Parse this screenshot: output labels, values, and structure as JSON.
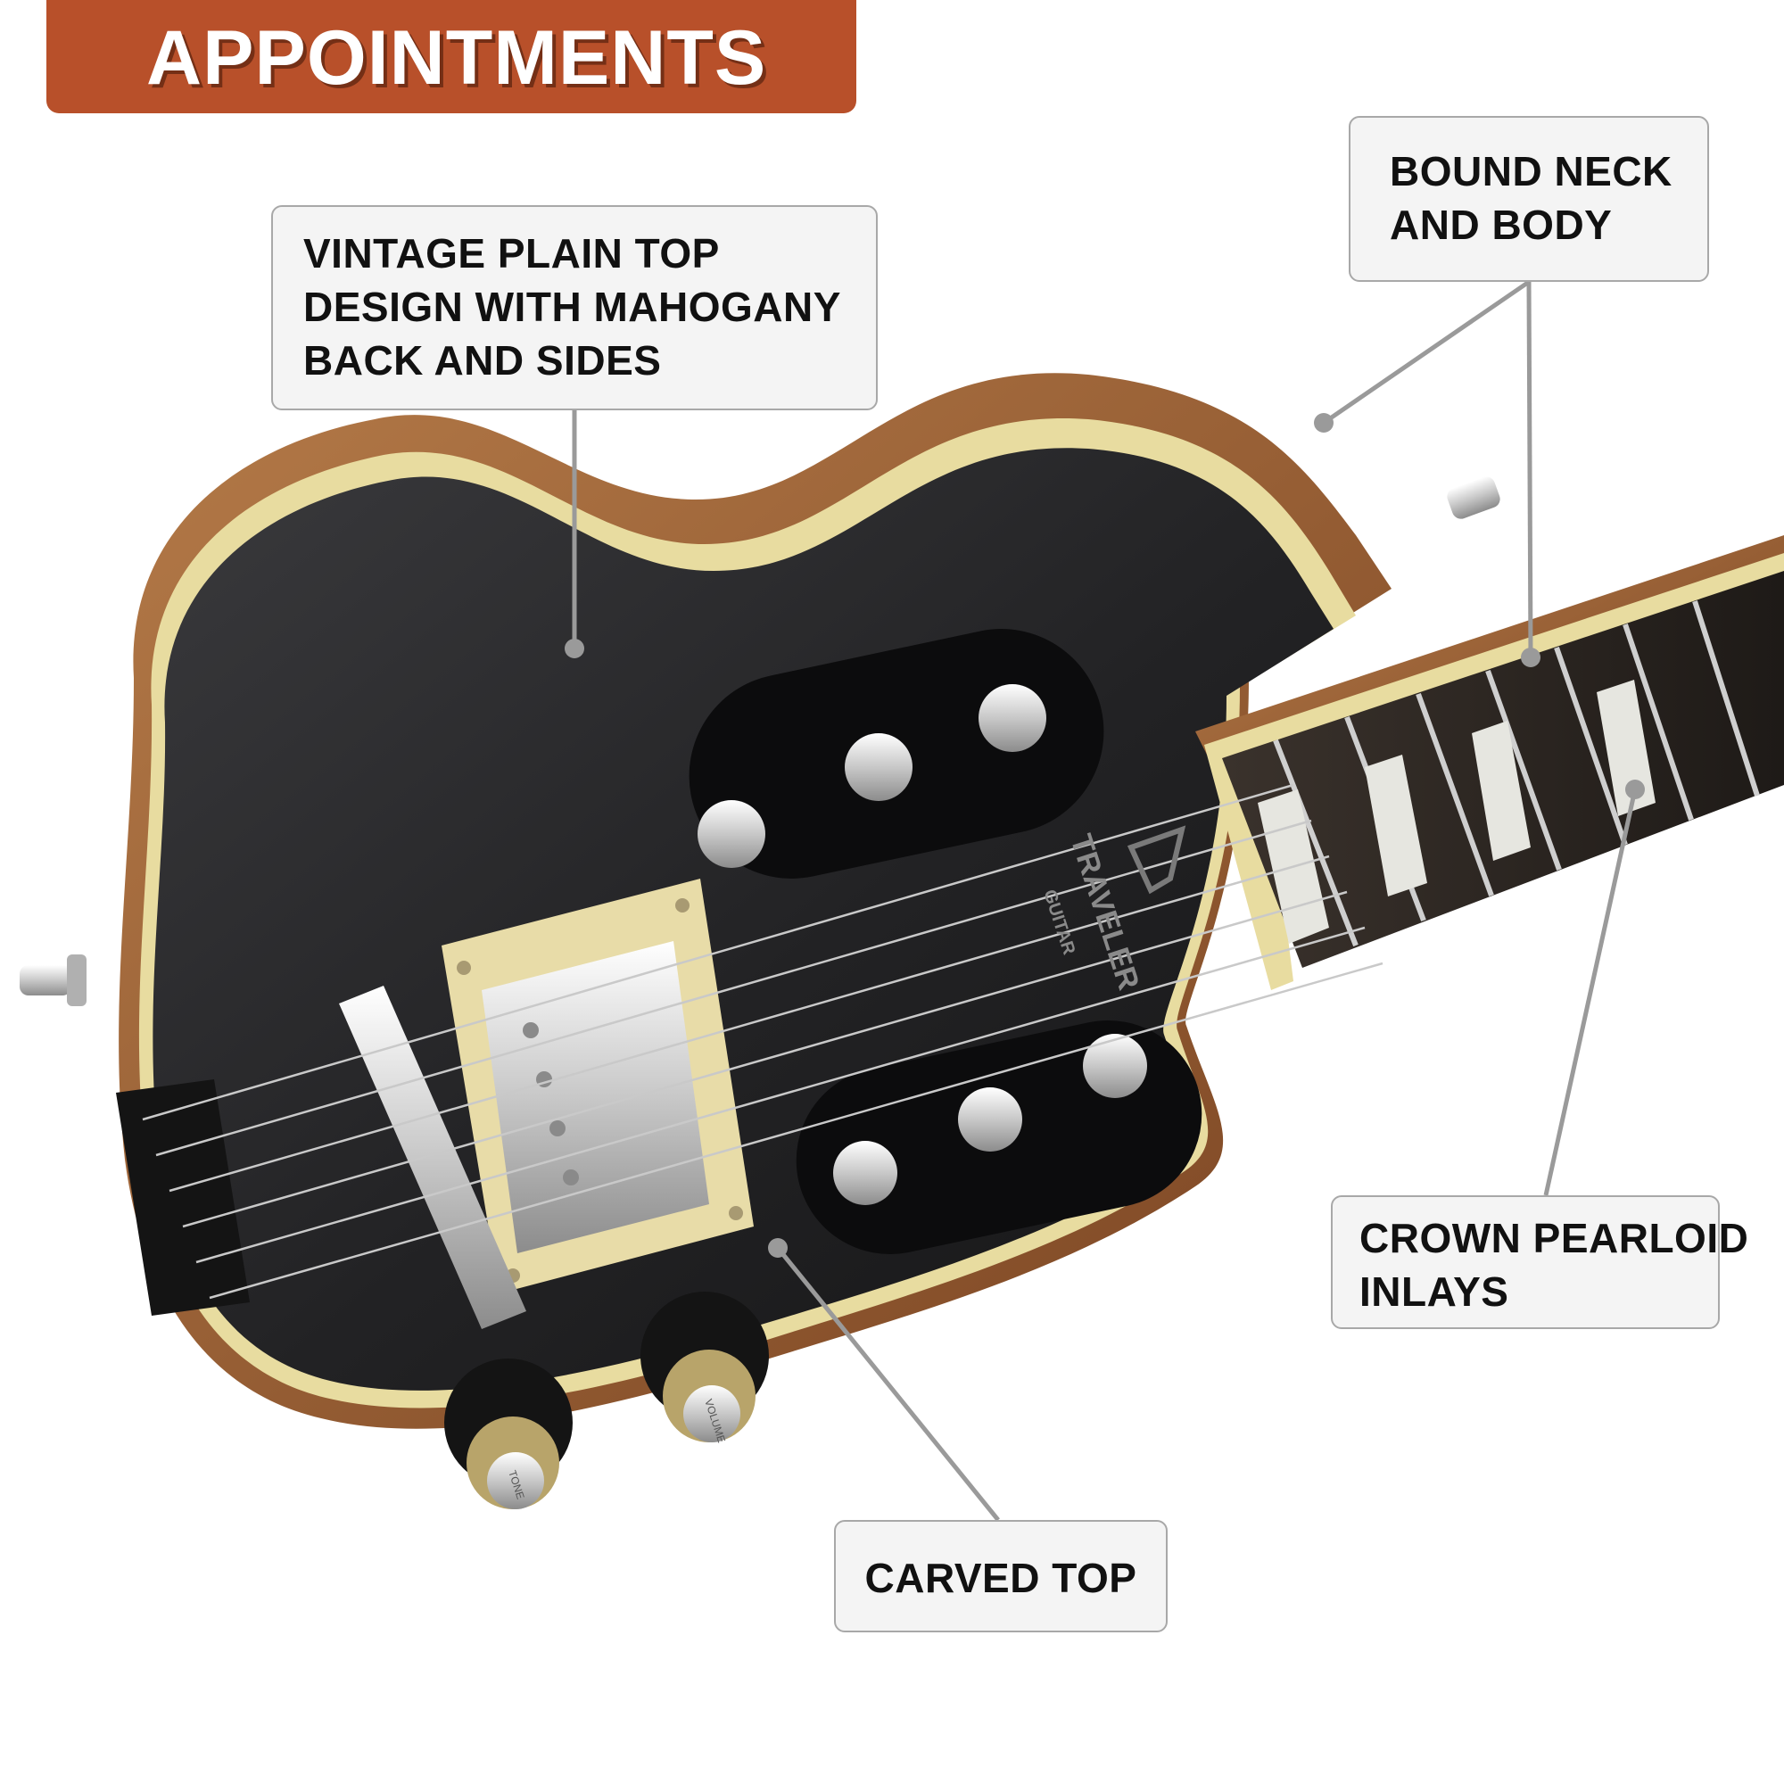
{
  "title": "APPOINTMENTS",
  "brand": {
    "logo_line1": "TRAVELER",
    "logo_line2": "GUITAR",
    "tone_knob_label": "TONE",
    "volume_knob_label": "VOLUME"
  },
  "callouts": {
    "vintage": [
      "VINTAGE PLAIN TOP",
      "DESIGN WITH MAHOGANY",
      "BACK AND SIDES"
    ],
    "bound": [
      "BOUND NECK",
      "AND BODY"
    ],
    "crown": [
      "CROWN PEARLOID",
      "INLAYS"
    ],
    "carved": [
      "CARVED TOP"
    ]
  },
  "colors": {
    "banner": "#b8502a",
    "callout_bg": "#f4f4f4",
    "callout_border": "#a8a8a8",
    "leader_line": "#9a9a9a",
    "body_finish": "#1e1e20",
    "binding": "#e8dca0",
    "mahogany": "#9a5e34",
    "fretboard": "#2a2420",
    "chrome": "#d8d8d8"
  }
}
